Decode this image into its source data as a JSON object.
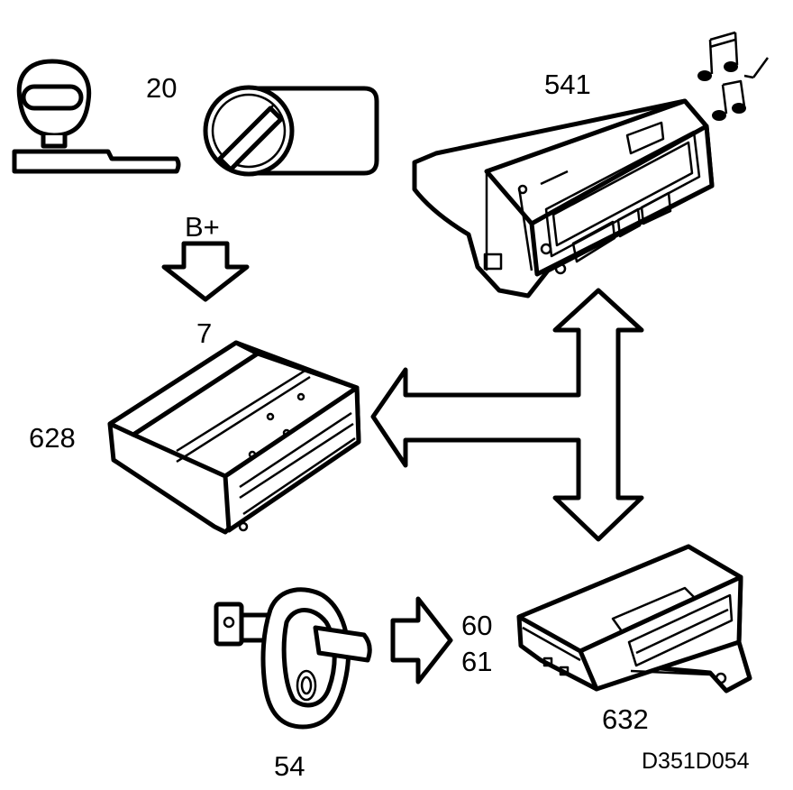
{
  "labels": {
    "ignition_switch": "20",
    "battery_feed": "B+",
    "fuse": "7",
    "radio": "541",
    "amplifier": "628",
    "control_module": "632",
    "door_switch_a": "60",
    "door_switch_b": "61",
    "door_contact": "54",
    "figure_code": "D351D054"
  },
  "icons": {
    "key": "car-key-icon",
    "ignition": "ignition-lock-icon",
    "down_arrow": "down-arrow-icon",
    "music": "music-notes-icon"
  }
}
